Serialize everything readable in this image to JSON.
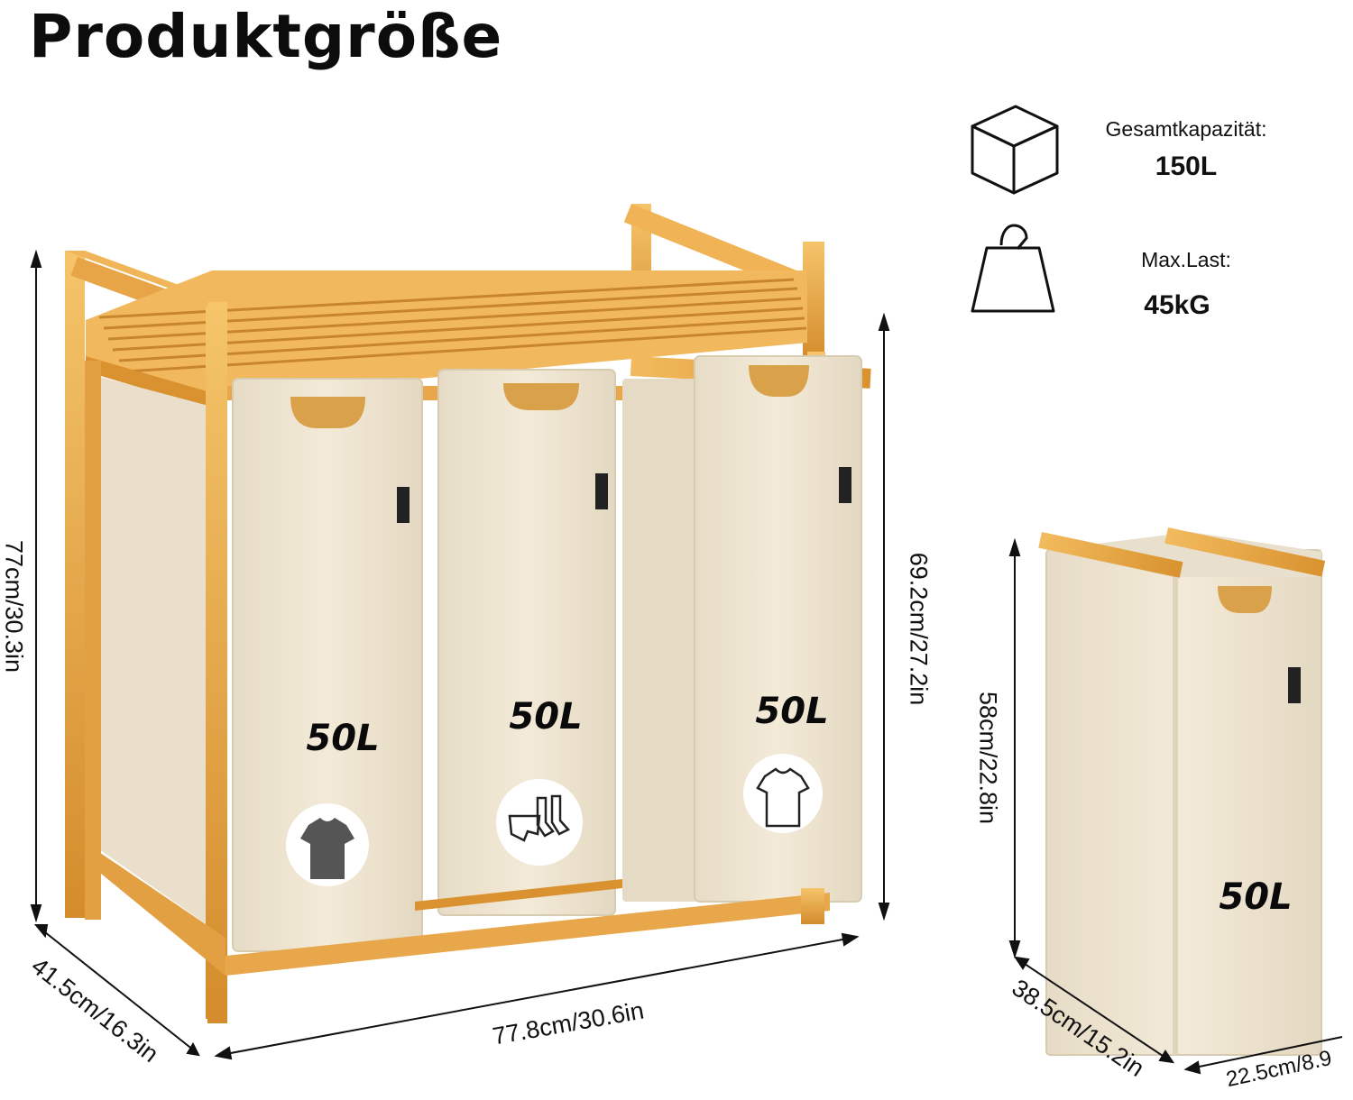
{
  "title": "Produktgröße",
  "specs": {
    "capacity_label": "Gesamtkapazität:",
    "capacity_value": "150L",
    "load_label": "Max.Last:",
    "load_value": "45kG"
  },
  "bags": {
    "left": "50L",
    "middle": "50L",
    "right": "50L",
    "single": "50L"
  },
  "dimensions": {
    "height_total": "77cm/30.3in",
    "depth": "41.5cm/16.3in",
    "width": "77.8cm/30.6in",
    "bag_height": "69.2cm/27.2in",
    "single_height": "58cm/22.8in",
    "single_depth": "38.5cm/15.2in",
    "single_width": "22.5cm/8.9"
  },
  "icons": {
    "capacity": "cube-icon",
    "load": "weight-icon",
    "bag_left": "dark-tshirt-icon",
    "bag_middle": "underwear-socks-icon",
    "bag_right": "white-tshirt-icon"
  },
  "colors": {
    "bamboo": "#e9a94c",
    "bamboo_dark": "#c98a30",
    "fabric": "#efe6d3",
    "fabric_shade": "#ddd2bb"
  }
}
